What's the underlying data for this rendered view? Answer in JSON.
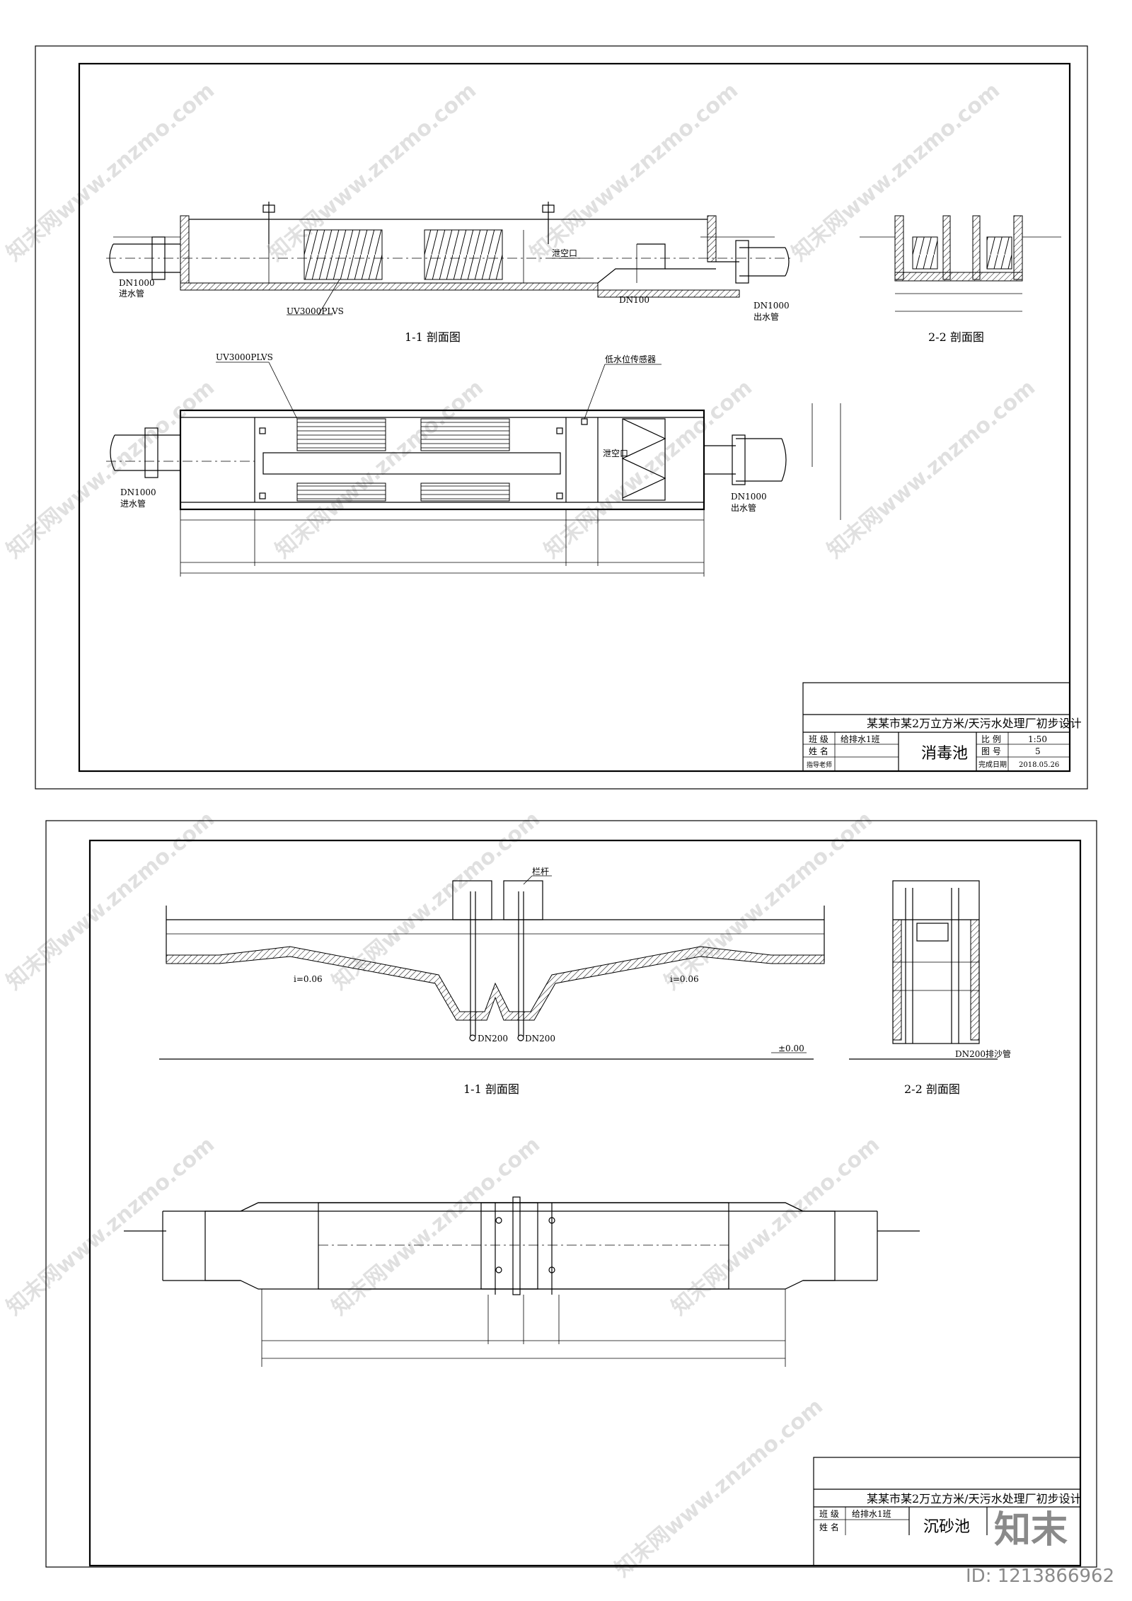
{
  "watermark": {
    "text": "知末网www.znzmo.com",
    "logo": "知末",
    "id_label": "ID: 1213866962"
  },
  "sheet1": {
    "section1_title": "1-1  剖面图",
    "section2_title": "2-2  剖面图",
    "labels": {
      "inlet_dn": "DN1000",
      "inlet_name": "进水管",
      "outlet_dn": "DN1000",
      "outlet_name": "出水管",
      "uv_model": "UV3000PLVS",
      "drain_port": "泄空口",
      "drain_pipe": "DN100",
      "low_level_sensor": "低水位传感器",
      "plan_inlet_dn": "DN1000",
      "plan_inlet_name": "进水管",
      "plan_outlet_dn": "DN1000",
      "plan_outlet_name": "出水管",
      "plan_drain_port": "泄空口",
      "plan_uv_model": "UV3000PLVS"
    },
    "title_block": {
      "project": "某某市某2万立方米/天污水处理厂初步设计",
      "class_label": "班 级",
      "class_value": "给排水1班",
      "name_label": "姓 名",
      "advisor_label": "指导老师",
      "drawing_name": "消毒池",
      "scale_label": "比 例",
      "scale_value": "1:50",
      "number_label": "图 号",
      "number_value": "5",
      "date_label": "完成日期",
      "date_value": "2018.05.26"
    }
  },
  "sheet2": {
    "section1_title": "1-1  剖面图",
    "section2_title": "2-2  剖面图",
    "labels": {
      "railing": "栏杆",
      "slope_left": "i=0.06",
      "slope_right": "i=0.06",
      "pipe_left": "DN200",
      "pipe_right": "DN200",
      "elevation": "±0.00",
      "sand_pipe": "DN200排沙管"
    },
    "title_block": {
      "project": "某某市某2万立方米/天污水处理厂初步设计",
      "class_label": "班 级",
      "class_value": "给排水1班",
      "name_label": "姓 名",
      "drawing_name": "沉砂池"
    }
  }
}
